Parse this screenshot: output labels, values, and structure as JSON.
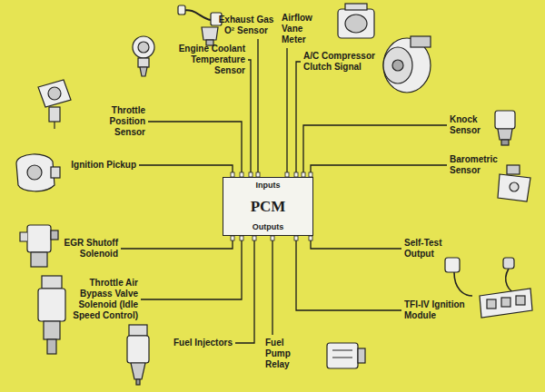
{
  "diagram": {
    "nodes": [
      {
        "text": [
          "Inputs",
          "PCM",
          "Outputs"
        ]
      },
      {
        "text": [
          "Exhaust Gas O² Sensor"
        ]
      },
      {
        "text": [
          "Airflow Vane Meter"
        ]
      },
      {
        "text": [
          "Engine Coolant Temperature Sensor"
        ]
      },
      {
        "text": [
          "A/C Compressor Clutch Signal"
        ]
      },
      {
        "text": [
          "Throttle Position Sensor"
        ]
      },
      {
        "text": [
          "Knock Sensor"
        ]
      },
      {
        "text": [
          "Ignition Pickup"
        ]
      },
      {
        "text": [
          "Barometric Sensor"
        ]
      },
      {
        "text": [
          "EGR Shutoff Solenoid"
        ]
      },
      {
        "text": [
          "Self-Test Output"
        ]
      },
      {
        "text": [
          "Throttle Air Bypass Valve Solenoid (Idle Speed Control)"
        ]
      },
      {
        "text": [
          "TFI-IV Ignition Module"
        ]
      },
      {
        "text": [
          "Fuel Injectors"
        ]
      },
      {
        "text": [
          "Fuel Pump Relay"
        ]
      }
    ],
    "edges": [
      {
        "from": 1,
        "to": 0,
        "arrow": "none"
      },
      {
        "from": 2,
        "to": 0,
        "arrow": "none"
      },
      {
        "from": 3,
        "to": 0,
        "arrow": "none"
      },
      {
        "from": 4,
        "to": 0,
        "arrow": "none"
      },
      {
        "from": 5,
        "to": 0,
        "arrow": "none"
      },
      {
        "from": 6,
        "to": 0,
        "arrow": "none"
      },
      {
        "from": 7,
        "to": 0,
        "arrow": "none"
      },
      {
        "from": 8,
        "to": 0,
        "arrow": "none"
      },
      {
        "from": 0,
        "to": 9,
        "arrow": "none"
      },
      {
        "from": 0,
        "to": 10,
        "arrow": "none"
      },
      {
        "from": 0,
        "to": 11,
        "arrow": "none"
      },
      {
        "from": 0,
        "to": 12,
        "arrow": "none"
      },
      {
        "from": 0,
        "to": 13,
        "arrow": "none"
      },
      {
        "from": 0,
        "to": 14,
        "arrow": "none"
      }
    ]
  }
}
